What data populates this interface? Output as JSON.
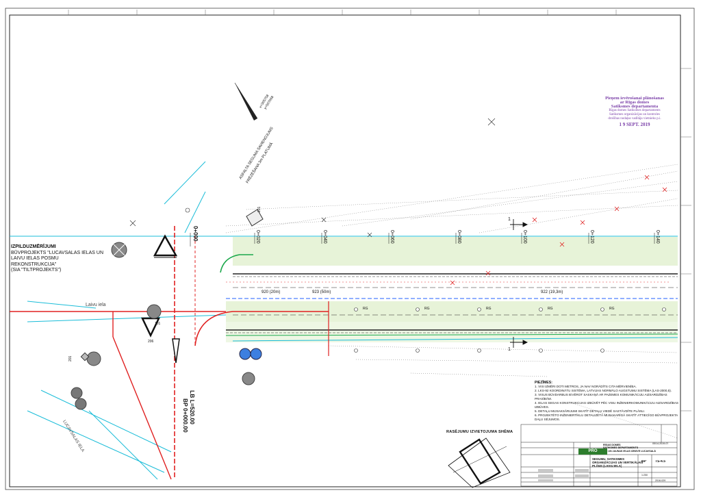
{
  "labels": {
    "street_laivu": "Laivu iela",
    "street_lucavsalas": "LUCAVSALAS IELA",
    "pk_0000": "0+000",
    "pk_0020": "0+020",
    "pk_0040": "0+040",
    "pk_0060": "0+060",
    "pk_0080": "0+080",
    "pk_0100": "0+100",
    "pk_0120": "0+120",
    "pk_0140": "0+140",
    "lb_length": "LB L=520.00",
    "bp_start": "BP 0+000.00",
    "asphalt_note_1": "ASFALTA SEGUMA SAVIENOJUMS",
    "asphalt_note_2": "FRĒZĒŠANA 3m PLATUMĀ",
    "sign_920": "920 (20m)",
    "sign_923": "923 (50m)",
    "sign_922": "922 (19,3m)",
    "section_marker": "1",
    "coord_x": "x=305758",
    "coord_y": "y=507068",
    "note_201a": "201",
    "note_201b": "201",
    "note_101": "101",
    "note_206": "206",
    "lane_rg": "RG"
  },
  "notes_block": {
    "title": "IZPILDUZMĒRĪJUMI",
    "line1": "BŪVPROJEKTS \"LUCAVSALAS IELAS UN",
    "line2": "LAIVU IELAS POSMU REKONSTRUKCIJA\"",
    "line3": "(SIA \"TILTPROJEKTS\")"
  },
  "stamp": {
    "line1": "Pieņem ievērošanai plānošanas",
    "line2": "ar Rīgas domes",
    "line3": "Satiksmes departamenta",
    "line4": "Rīgas domes Satiksmes departaments",
    "line5": "Satiksmes organizācijas un kontroles",
    "line6": "drošības nodaļas vadītāja vietnieks p.i.",
    "date": "1 9 SEPT. 2019"
  },
  "piezimes": {
    "title": "PIEZĪMES:",
    "items": [
      "1. VISI IZMĒRI DOTI METROS, JA NAV NORĀDĪTS CITA MĒRVIENĪBA.",
      "2. LKS-92 KOORDINĀTU SISTĒMA, LATVIJAS NORMĀLO AUGSTUMU SISTĒMA (LAS-2000,5).",
      "3. VISUS BŪVDARBUS IEVĒROT SASKAŅĀ AR PAZEMES KOMUNIKĀCIJU AIZSARDZĪBAS PRASĪBĀM.",
      "4. IELAS SEGAS KONSTRUKCIJAS IZBŪVĒT PĒC VISU INŽENIERKOMUNIKĀCIJU AIZSARDZĪBAS IZBŪVES.",
      "5. DETAĻU MIJSAKSĀRIJUMI SKATĪT DETAĻU VIEDĒ SASTĀVDĪTE PLĀNU.",
      "6. PROJEKTĒTO INŽENIERTĪKLU DETALIZĒTĀ MIJSAKARĪGĀ SKATĪT ATTIECĪGO BŪVPROJEKTA DAĻU SĒJUMOS."
    ]
  },
  "scheme_title": "RASĒJUMU IZVIETOJUMA SHĒMA",
  "title_block": {
    "client_1": "RĪGAS DOMES",
    "client_2": "SATIKSMES DEPARTAMENTS",
    "project_name": "LAIVU IELAS UN JAUNAS IELAS IZBŪVE LUCAVSALĀ",
    "drawing_title_1": "SEGUMU, SATIKSMES",
    "drawing_title_2": "ORGANIZĀCIJAS UN VERTIKĀLAIS",
    "drawing_title_3": "PLĀNS (LAIVU IELA)",
    "stage": "BP",
    "sheet": "TS-4.5",
    "scale": "1:250",
    "archive": "2016-029",
    "date": "05/14-2019-07",
    "logo": "PRO"
  },
  "colors": {
    "road_red": "#e02020",
    "kerb_green": "#1aa84a",
    "utility_cyan": "#18bcd8",
    "lane_blue": "#2060ff",
    "fill_green": "#e7f3d8",
    "stamp_purple": "#7a3fa8"
  }
}
